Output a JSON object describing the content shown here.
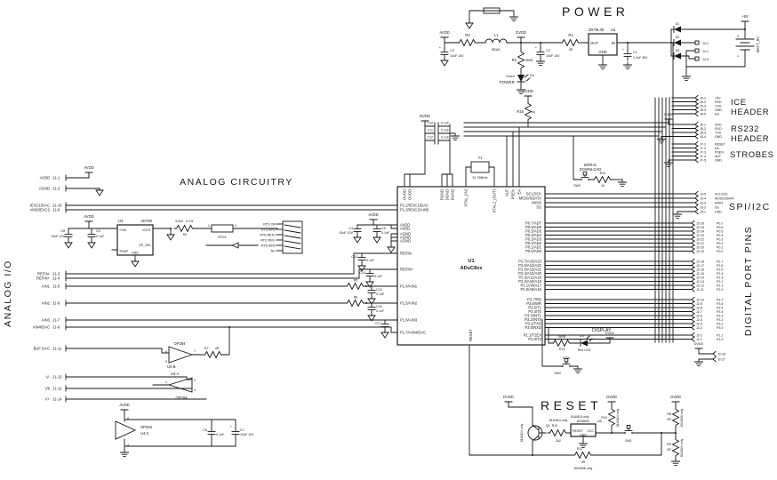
{
  "page": {
    "bg": "#ffffff",
    "ink": "#161616"
  },
  "titles": {
    "power": "POWER",
    "reset": "RESET",
    "analog": "ANALOG CIRCUITRY",
    "analog_io": "ANALOG I/O",
    "digital": "DIGITAL PORT PINS",
    "strobes": "STROBES",
    "spi": "SPI/I2C",
    "ice1": "ICE",
    "ice2": "HEADER",
    "rs1": "RS232",
    "rs2": "HEADER",
    "display": "DISPLAY",
    "sd1": "SERIAL",
    "sd2": "DOWNLOAD"
  },
  "power": {
    "avdd": "AVDD",
    "dvdd": "DVDD",
    "v9": "+9V",
    "r3": "R3",
    "l1": "L1",
    "l1v": "BEAD",
    "r2": "R2",
    "r2v": "560R",
    "c3": "C3",
    "c3v": "10uF 10V",
    "c2": "C2",
    "c2v": "10uF 10V",
    "r1": "R1",
    "r1v": "0R",
    "u2": "U2",
    "u2p": "ZR78L05",
    "out": "OUT",
    "in": "IN",
    "gnd": "GND",
    "c1": "C1",
    "c1v": "2.2uF 35V",
    "d1": "D1",
    "d2": "D2",
    "d3": "D3",
    "d4": "D4",
    "d4a": "Green",
    "d4b": "POWER",
    "j42": "J4-2",
    "j41": "J4-1",
    "j43": "J4-3",
    "batt": "BATT_9V",
    "bp2": "2",
    "bp1": "1"
  },
  "xtal": {
    "dvdd": "DVDD",
    "c10": "C10",
    "c11": "C11",
    "c12": "C12",
    "cv": "0.1uF",
    "y1": "Y1",
    "f": "32.768kHz"
  },
  "misc": {
    "dvdd": "DVDD",
    "r15": "R15",
    "r15v": "1k",
    "sw3": "SW3",
    "r14": "R14",
    "r14v": "1k",
    "r13": "R13",
    "r13v": "560R",
    "d5": "D5",
    "led": "Red LED",
    "sw2": "SW2",
    "int0": "INT0"
  },
  "headers": {
    "ice": {
      "rows": [
        {
          "pin": "J5-1",
          "sig": "+5V"
        },
        {
          "pin": "J5-2",
          "sig": "RXD"
        },
        {
          "pin": "J5-3",
          "sig": "TXD"
        },
        {
          "pin": "J5-4",
          "sig": "GND"
        },
        {
          "pin": "J5-5",
          "sig": "EA"
        }
      ]
    },
    "rs232": {
      "dvdd": "DVDD",
      "rows": [
        {
          "pin": "J6-1",
          "sig": "VDD"
        },
        {
          "pin": "J6-2",
          "sig": "RXD"
        },
        {
          "pin": "J6-3",
          "sig": "TXD"
        },
        {
          "pin": "J6-4",
          "sig": "GND"
        }
      ]
    },
    "strobes": {
      "rows": [
        {
          "pin": "J7-1",
          "sig": "RESET"
        },
        {
          "pin": "J7-2",
          "sig": "EA"
        },
        {
          "pin": "J7-3",
          "sig": "PSEN"
        },
        {
          "pin": "J7-4",
          "sig": "ALE"
        },
        {
          "pin": "J7-5",
          "sig": "GND"
        }
      ]
    },
    "spi": {
      "rows": [
        {
          "chip": "SCLOCK",
          "pin": "J3-5",
          "sig": "SCLOCK"
        },
        {
          "chip": "MOSI/SDATA",
          "pin": "J3-4",
          "sig": "MOSI/SDATA"
        },
        {
          "chip": "MISO",
          "pin": "J3-3",
          "sig": "MISO"
        },
        {
          "chip": "SS",
          "pin": "J3-2",
          "sig": "SS"
        }
      ],
      "gnd": {
        "pin": "J3-1",
        "sig": "GND"
      }
    }
  },
  "digital": {
    "dvdd": "DVDD",
    "j228": "J2-28",
    "j227": "J2-27",
    "p0": [
      {
        "chip": "P0.7/AD7",
        "pin": "J2-26",
        "sig": "P0.7"
      },
      {
        "chip": "P0.6/AD6",
        "pin": "J2-25",
        "sig": "P0.6"
      },
      {
        "chip": "P0.5/AD5",
        "pin": "J2-24",
        "sig": "P0.5"
      },
      {
        "chip": "P0.4/AD4",
        "pin": "J2-23",
        "sig": "P0.4"
      },
      {
        "chip": "P0.3/AD3",
        "pin": "J2-22",
        "sig": "P0.3"
      },
      {
        "chip": "P0.2/AD2",
        "pin": "J2-21",
        "sig": "P0.2"
      },
      {
        "chip": "P0.1/AD1",
        "pin": "J2-20",
        "sig": "P0.1"
      },
      {
        "chip": "P0.0/AD0",
        "pin": "J2-19",
        "sig": "P0.0"
      }
    ],
    "p2": [
      {
        "chip": "P2.7/A15/A23",
        "pin": "J2-18",
        "sig": "P2.7"
      },
      {
        "chip": "P2.6/A14/A22",
        "pin": "J2-17",
        "sig": "P2.6"
      },
      {
        "chip": "P2.5/A13/A21",
        "pin": "J2-16",
        "sig": "P2.5"
      },
      {
        "chip": "P2.4/A12/A20",
        "pin": "J2-15",
        "sig": "P2.4"
      },
      {
        "chip": "P2.3/A11/A19",
        "pin": "J2-14",
        "sig": "P2.3"
      },
      {
        "chip": "P2.2/A10/A18",
        "pin": "J2-13",
        "sig": "P2.2"
      },
      {
        "chip": "P2.1/A9/A17",
        "pin": "J2-12",
        "sig": "P2.1"
      },
      {
        "chip": "P2.0/A8/A16",
        "pin": "J2-11",
        "sig": "P2.0"
      }
    ],
    "p3": [
      {
        "chip": "P3.7/RD",
        "pin": "J2-10",
        "sig": "P3.7"
      },
      {
        "chip": "P3.6/WR",
        "pin": "J2-9",
        "sig": "P3.6"
      },
      {
        "chip": "P3.5/T1",
        "pin": "J2-8",
        "sig": "P3.5"
      },
      {
        "chip": "P3.4/T0",
        "pin": "J2-7",
        "sig": "P3.4"
      },
      {
        "chip": "P3.3/INT1",
        "pin": "J2-6",
        "sig": "P3.3"
      },
      {
        "chip": "P3.2/INT0",
        "pin": "J2-5",
        "sig": "P3.2"
      },
      {
        "chip": "P3.1/TXD",
        "pin": "J2-4",
        "sig": "P3.1"
      },
      {
        "chip": "P3.0/RXD",
        "pin": "J2-3",
        "sig": "P3.0"
      }
    ],
    "p1": [
      {
        "chip": "P1.1/T2EX",
        "pin": "J2-2",
        "sig": "P1.1"
      },
      {
        "chip": "P1.0/T2",
        "pin": "J2-1",
        "sig": "P1.0"
      }
    ]
  },
  "chip": {
    "ref": "U1",
    "part": "ADuC8xx",
    "reset": "RESET",
    "left": [
      "P1.2/IEXC1/DAC",
      "P1.3/IEXC2/AIN5",
      "AVDD",
      "AVDD",
      "AGND",
      "AGND",
      "AGND",
      "REFIN-",
      "REFIN+",
      "P1.4/AIN1",
      "P1.5/AIN2",
      "P1.6/AIN3",
      "P1.7/AIN4/DAC"
    ],
    "top": [
      "DVDD",
      "DVDD",
      "DGND",
      "DGND",
      "DGND",
      "XTAL_(IN)",
      "XTAL2_(OUT)",
      "ALE",
      "PSEN",
      "EA"
    ]
  },
  "aio": {
    "rows": [
      {
        "sig": "AVDD",
        "pin": "J1-1"
      },
      {
        "sig": "AGND",
        "pin": "J1-2"
      },
      {
        "sig": "IEXC1/DAC",
        "pin": "J1-10"
      },
      {
        "sig": "AIN5/IEXC2",
        "pin": "J1-9"
      },
      {
        "sig": "REFIN-",
        "pin": "J1-3"
      },
      {
        "sig": "REFIN+",
        "pin": "J1-4"
      },
      {
        "sig": "AIN1",
        "pin": "J1-5"
      },
      {
        "sig": "AIN2",
        "pin": "J1-6"
      },
      {
        "sig": "AIN3",
        "pin": "J1-7"
      },
      {
        "sig": "AIN4/DAC",
        "pin": "J1-8"
      },
      {
        "sig": "BUF DAC",
        "pin": "J1-11"
      },
      {
        "sig": "V-",
        "pin": "J1-13"
      },
      {
        "sig": "Vb",
        "pin": "J1-12"
      },
      {
        "sig": "V+",
        "pin": "J1-14"
      }
    ]
  },
  "analog": {
    "avdd": "AVDD",
    "c8": "C8",
    "c8v": "10uF 10V",
    "c9": "C9",
    "c9v": "0.1uF",
    "u3": "U3",
    "u3p": "AD780",
    "vin": "+VIN",
    "vout": "VOUT",
    "temp": "TEMP",
    "opsel": "OP_SEL",
    "gnd": "GND",
    "r4": "R4",
    "r4a": "5.62k",
    "r4b": "0.1%",
    "rtd": "RTD1",
    "n1": "1",
    "n2": "2",
    "links": [
      "RTD ON",
      "RTD AIN1",
      "RTD REF+",
      "RTD REF-",
      "RTD AIN2",
      "NC"
    ],
    "c4": "C4",
    "c4v": "10uF 10V",
    "c5": "C5",
    "cv": "0.1uF",
    "c13": "C13",
    "c14": "C14",
    "r5": "R5",
    "r6": "R6",
    "c15": "C15",
    "c16": "C16",
    "c17": "C17"
  },
  "amps": {
    "part": "OP284",
    "u4b": "U4-B",
    "u4a": "U4-A",
    "u4c": "U4-C",
    "r7": "R7",
    "r7v": "0R",
    "c6": "C6",
    "c6v": "0.1uF",
    "c7": "C7",
    "c7v": "10uF 10V",
    "avdd": "AVDD",
    "p1": "1",
    "p2": "2",
    "p3": "3",
    "p4": "4",
    "p5": "5",
    "p6": "6",
    "p7": "7",
    "p8": "8"
  },
  "rst": {
    "dvdd": "DVDD",
    "q1": "Q1",
    "o816": "816/824 only",
    "o834": "834/836 only",
    "r12": "R12",
    "r12v": "2k2",
    "u6": "U6",
    "u6p": "ADM809",
    "rs": "RESET",
    "vcc": "VCC",
    "gnd": "GND",
    "r10": "R10",
    "sw1": "SW1",
    "r8": "R8",
    "r9": "R9",
    "r11": "R11",
    "zr": "0R"
  }
}
